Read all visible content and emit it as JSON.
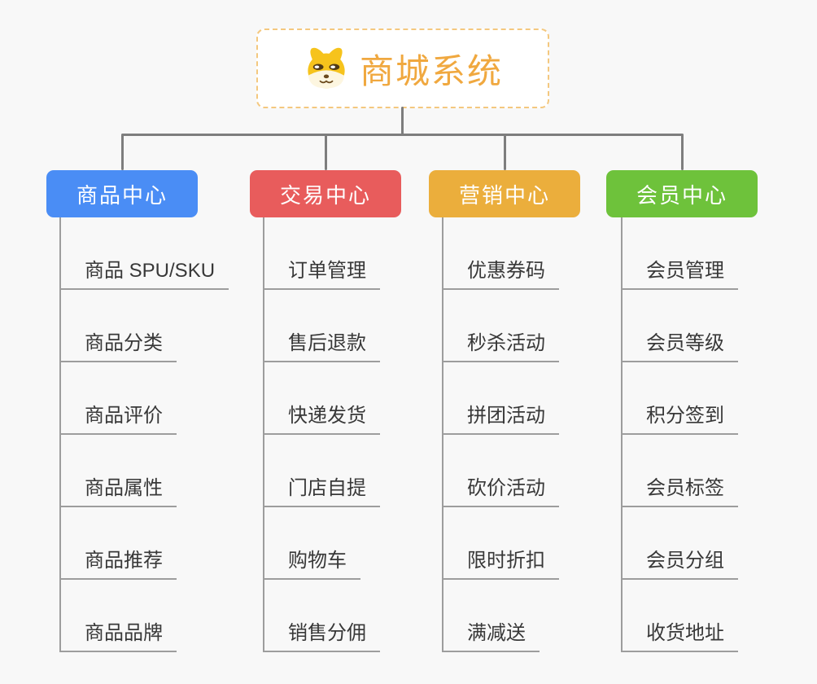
{
  "root": {
    "title": "商城系统",
    "icon": "dog-face-icon"
  },
  "branches": [
    {
      "label": "商品中心",
      "color": "#4a8df5",
      "items": [
        "商品 SPU/SKU",
        "商品分类",
        "商品评价",
        "商品属性",
        "商品推荐",
        "商品品牌"
      ]
    },
    {
      "label": "交易中心",
      "color": "#e85c5c",
      "items": [
        "订单管理",
        "售后退款",
        "快递发货",
        "门店自提",
        "购物车",
        "销售分佣"
      ]
    },
    {
      "label": "营销中心",
      "color": "#ebae3c",
      "items": [
        "优惠券码",
        "秒杀活动",
        "拼团活动",
        "砍价活动",
        "限时折扣",
        "满减送"
      ]
    },
    {
      "label": "会员中心",
      "color": "#6ec23b",
      "items": [
        "会员管理",
        "会员等级",
        "积分签到",
        "会员标签",
        "会员分组",
        "收货地址"
      ]
    }
  ],
  "colors": {
    "background": "#f8f8f8",
    "root_border": "#f4c87f",
    "root_text": "#f0a83f",
    "connector": "#7e7e7e",
    "leaf_line": "#9d9d9d",
    "leaf_text": "#383838"
  }
}
